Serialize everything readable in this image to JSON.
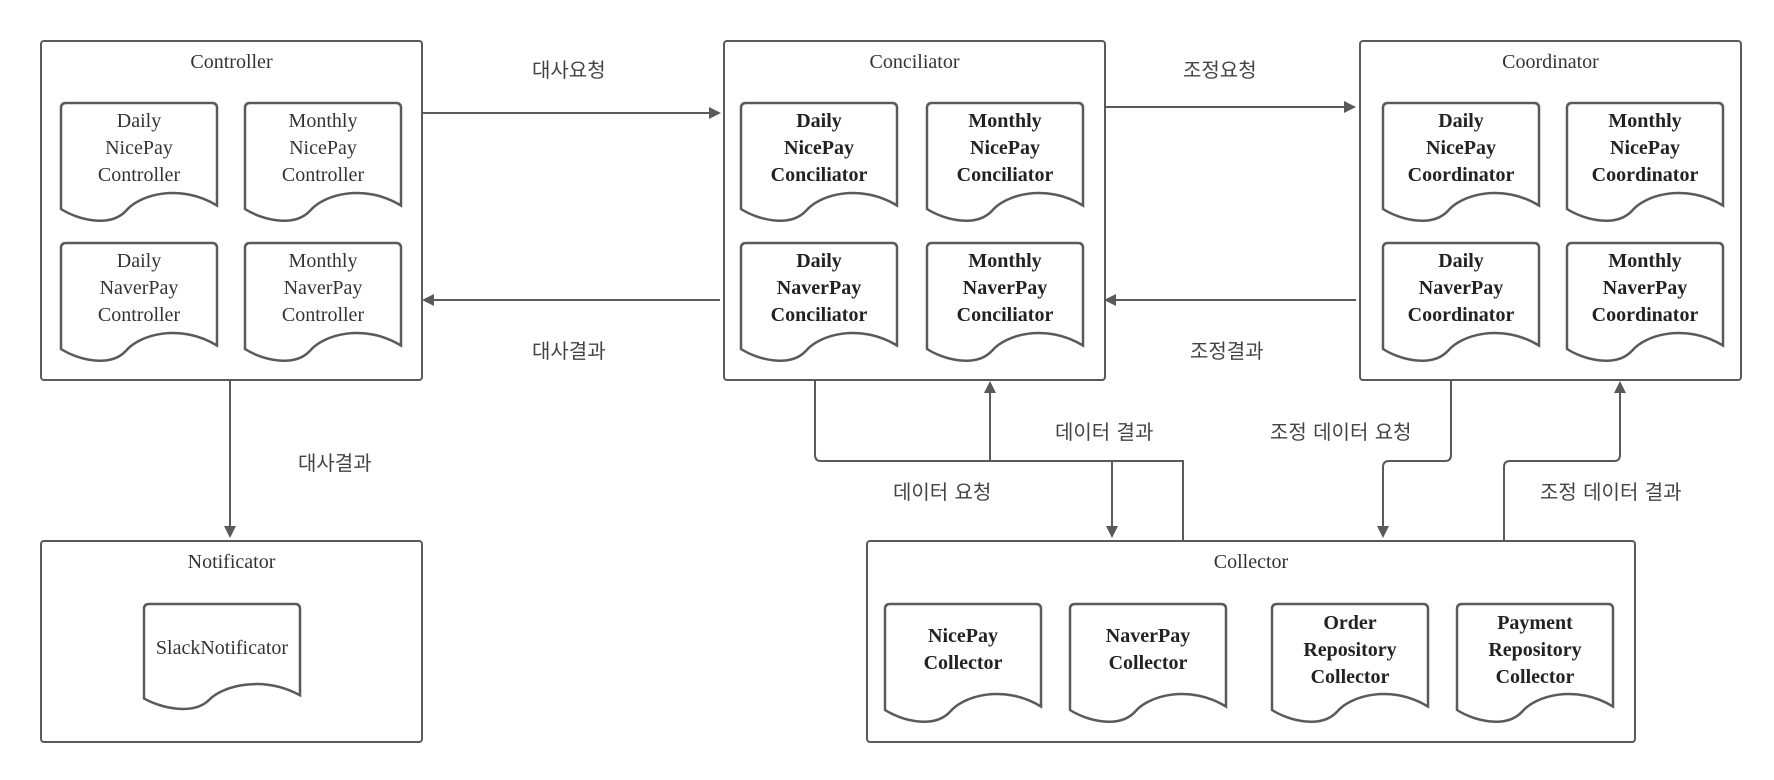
{
  "boxes": {
    "controller": {
      "title": "Controller",
      "docs": [
        "Daily\nNicePay\nController",
        "Monthly\nNicePay\nController",
        "Daily\nNaverPay\nController",
        "Monthly\nNaverPay\nController"
      ]
    },
    "conciliator": {
      "title": "Conciliator",
      "docs": [
        "Daily\nNicePay\nConciliator",
        "Monthly\nNicePay\nConciliator",
        "Daily\nNaverPay\nConciliator",
        "Monthly\nNaverPay\nConciliator"
      ]
    },
    "coordinator": {
      "title": "Coordinator",
      "docs": [
        "Daily\nNicePay\nCoordinator",
        "Monthly\nNicePay\nCoordinator",
        "Daily\nNaverPay\nCoordinator",
        "Monthly\nNaverPay\nCoordinator"
      ]
    },
    "notificator": {
      "title": "Notificator",
      "docs": [
        "SlackNotificator"
      ]
    },
    "collector": {
      "title": "Collector",
      "docs": [
        "NicePay\nCollector",
        "NaverPay\nCollector",
        "Order\nRepository\nCollector",
        "Payment\nRepository\nCollector"
      ]
    }
  },
  "labels": {
    "reconcile_request": "대사요청",
    "reconcile_result_top": "대사결과",
    "reconcile_result_down": "대사결과",
    "adjust_request": "조정요청",
    "adjust_result": "조정결과",
    "data_result": "데이터 결과",
    "data_request": "데이터 요청",
    "adjust_data_request": "조정 데이터 요청",
    "adjust_data_result": "조정 데이터 결과"
  },
  "colors": {
    "line": "#5a5a5a",
    "text": "#333333"
  }
}
